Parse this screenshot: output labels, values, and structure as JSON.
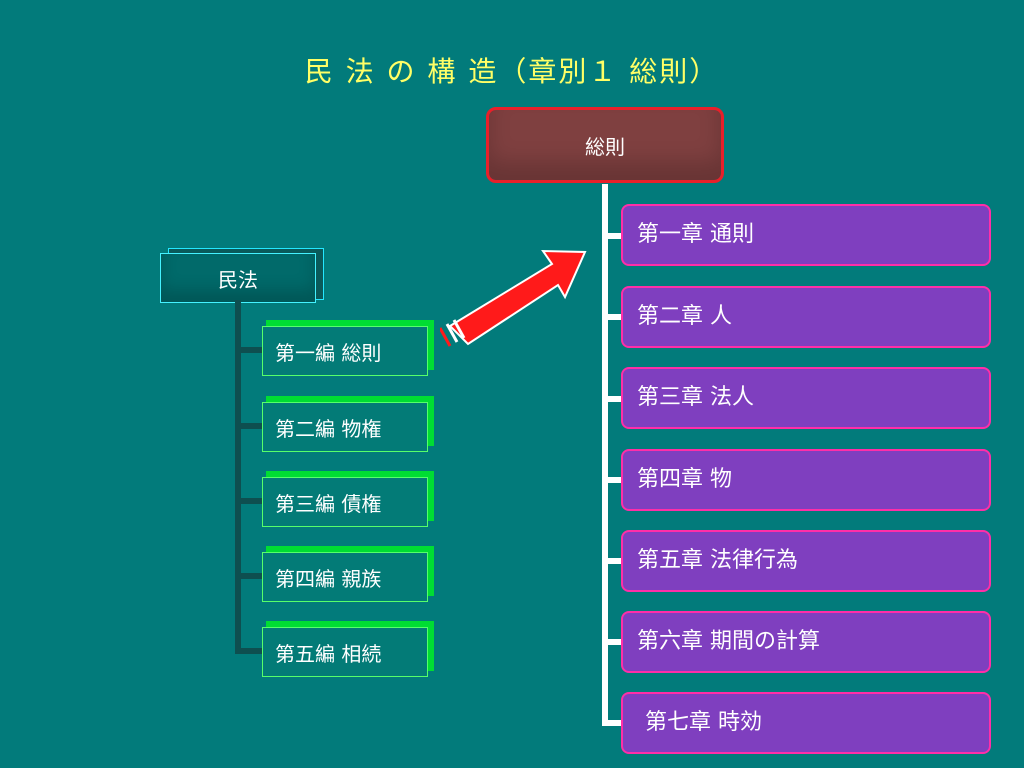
{
  "title": "民 法 の 構 造（章別１ 総則）",
  "left_tree": {
    "root": "民法",
    "books": [
      "第一編 総則",
      "第二編 物権",
      "第三編 債権",
      "第四編 親族",
      "第五編 相続"
    ]
  },
  "right_tree": {
    "root": "総則",
    "chapters": [
      "第一章 通則",
      "第二章 人",
      "第三章 法人",
      "第四章 物",
      "第五章 法律行為",
      "第六章 期間の計算",
      "第七章 時効"
    ]
  },
  "colors": {
    "background": "#027b7b",
    "title": "#ffff66",
    "chapter_fill": "#7f3fbf",
    "chapter_border": "#ff2ea8",
    "root_fill": "#7f4040",
    "root_border": "#e8202a",
    "book_border": "#56ff6a",
    "arrow": "#ff1a1a"
  }
}
